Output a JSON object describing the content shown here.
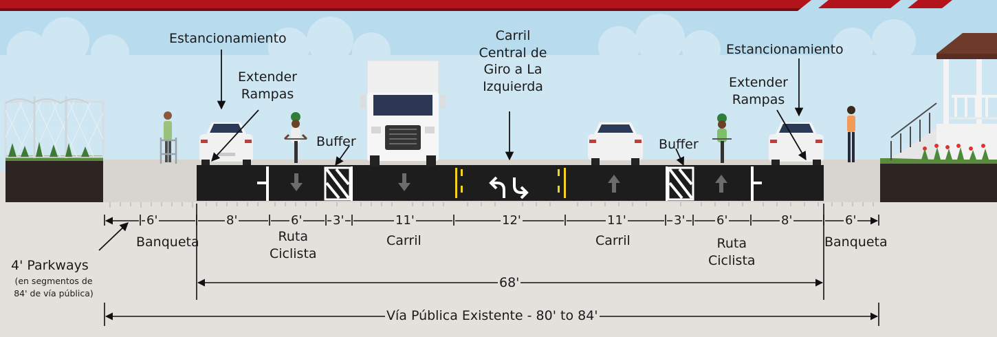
{
  "banner_color": "#b3141b",
  "sky_color": "#b9dbee",
  "road_color": "#1c1d1c",
  "labels": {
    "parking_left": "Estancionamiento",
    "ramps_left": "Extender\nRampas",
    "truck_lane": "Carril\nCentral de\nGiro a La\nIzquierda",
    "buffer_left": "Buffer",
    "buffer_right": "Buffer",
    "parking_right": "Estancionamiento",
    "ramps_right": "Extender\nRampas",
    "parkways_main": "4'  Parkways",
    "parkways_note": "(en segmentos de\n84' de vía pública)"
  },
  "dimensions": [
    "6'",
    "8'",
    "6'",
    "3'",
    "11'",
    "12'",
    "11'",
    "3'",
    "6'",
    "8'",
    "6'"
  ],
  "dim_names": {
    "sidewalk_left": "Banqueta",
    "bike_left": "Ruta\nCiclista",
    "lane_left": "Carril",
    "lane_right": "Carril",
    "bike_right": "Ruta\nCiclista",
    "sidewalk_right": "Banqueta"
  },
  "total_inner": "68'",
  "total_outer": "Vía Pública Existente - 80' to 84'"
}
